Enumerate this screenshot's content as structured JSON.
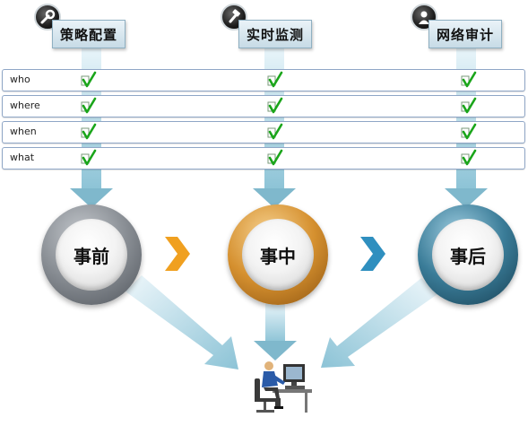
{
  "columns": [
    {
      "label": "策略配置",
      "icon": "wrench-icon"
    },
    {
      "label": "实时监测",
      "icon": "hammer-icon"
    },
    {
      "label": "网络审计",
      "icon": "person-icon"
    }
  ],
  "rows": [
    {
      "label": "who"
    },
    {
      "label": "where"
    },
    {
      "label": "when"
    },
    {
      "label": "what"
    }
  ],
  "stages": [
    {
      "label": "事前",
      "color": "#6f747c"
    },
    {
      "label": "事中",
      "color": "#c8862c"
    },
    {
      "label": "事后",
      "color": "#2f6c86"
    }
  ],
  "colors": {
    "check": "#1aa51a",
    "chevron_1": "#f0a020",
    "chevron_2": "#2f8fbf",
    "arrow": "#a9d1e0"
  }
}
